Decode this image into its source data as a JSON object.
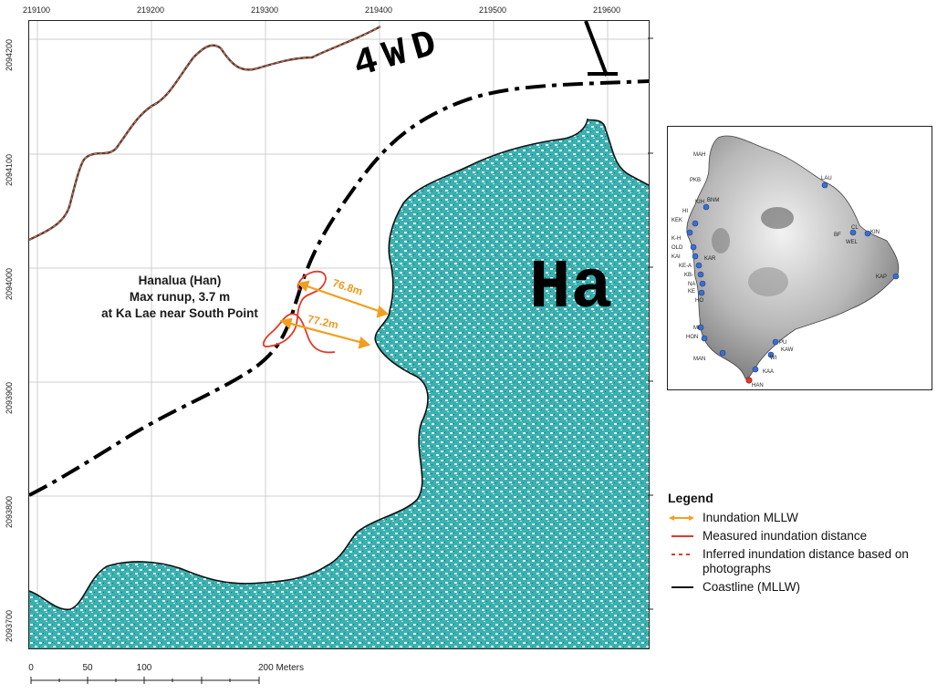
{
  "map": {
    "x_ticks": [
      "219100",
      "219200",
      "219300",
      "219400",
      "219500",
      "219600"
    ],
    "y_ticks": [
      "2094200",
      "2094100",
      "2094000",
      "2093900",
      "2093800",
      "2093700"
    ],
    "annotation_line1": "Hanalua (Han)",
    "annotation_line2": "Max runup, 3.7 m",
    "annotation_line3": "at Ka Lae near South Point",
    "distance_upper": "76.8m",
    "distance_lower": "77.2m",
    "road_label": "4WD",
    "place_label": "Ha",
    "colors": {
      "water": "#2aa3a3",
      "inundation": "#f0a020",
      "measured": "#e03a2a",
      "coastline": "#111111"
    }
  },
  "inset": {
    "sites": [
      "MAH",
      "PKB",
      "KIH",
      "BNM",
      "HI",
      "KEK",
      "K-H",
      "OLD",
      "KAI",
      "KAR",
      "KE-A",
      "KB-",
      "NA",
      "KE",
      "HO",
      "MI",
      "HON",
      "MAN",
      "HAN",
      "KAA",
      "WI",
      "KAW",
      "PU",
      "LAU",
      "CL",
      "BF",
      "KIN",
      "WEL",
      "KAP"
    ]
  },
  "legend": {
    "title": "Legend",
    "items": [
      {
        "label": "Inundation MLLW",
        "swatch": "arrow-orange"
      },
      {
        "label": "Measured inundation distance",
        "swatch": "line-red"
      },
      {
        "label": "Inferred inundation distance based on photographs",
        "swatch": "dashed-red"
      },
      {
        "label": "Coastline (MLLW)",
        "swatch": "line-black"
      }
    ]
  },
  "scale": {
    "labels": [
      "0",
      "50",
      "100",
      "200 Meters"
    ]
  }
}
